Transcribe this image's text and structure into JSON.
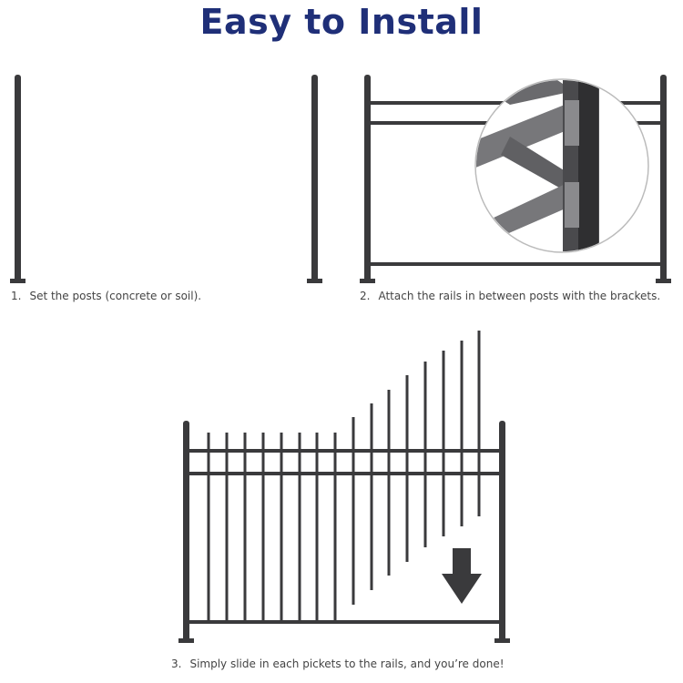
{
  "title": "Easy to Install",
  "steps": [
    {
      "number": "1.",
      "text": "Set the posts (concrete or soil)."
    },
    {
      "number": "2.",
      "text": "Attach the rails in between posts with the brackets."
    },
    {
      "number": "3.",
      "text": "Simply slide in each pickets to the rails, and you’re done!"
    }
  ],
  "colors": {
    "title": "#1f2f78",
    "metal": "#3a3a3c"
  }
}
